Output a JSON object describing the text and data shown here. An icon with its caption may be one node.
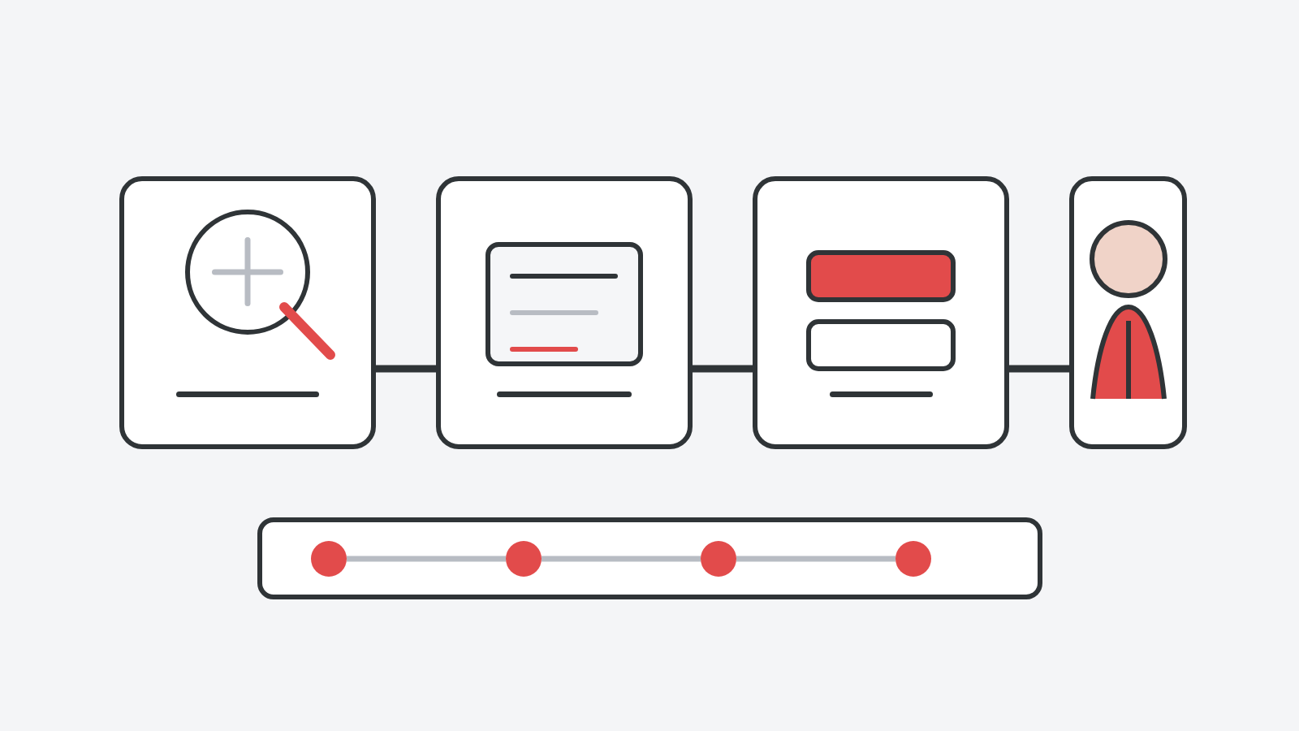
{
  "diagram": {
    "nodes": [
      {
        "text": [],
        "shape": "box"
      },
      {
        "text": [],
        "shape": "box"
      },
      {
        "text": [],
        "shape": "box"
      },
      {
        "text": [],
        "shape": "box"
      },
      {
        "text": [],
        "shape": "box"
      },
      {
        "text": [],
        "shape": "circle",
        "in": 4
      },
      {
        "text": [],
        "shape": "circle",
        "in": 4
      },
      {
        "text": [],
        "shape": "circle",
        "in": 4
      },
      {
        "text": [],
        "shape": "circle",
        "in": 4
      }
    ],
    "edges": [
      {
        "from": 0,
        "to": 1,
        "arrow": "none"
      },
      {
        "from": 1,
        "to": 2,
        "arrow": "none"
      },
      {
        "from": 2,
        "to": 3,
        "arrow": "none"
      },
      {
        "from": 5,
        "to": 6,
        "arrow": "none",
        "color": "#b8bcc3"
      },
      {
        "from": 6,
        "to": 7,
        "arrow": "none",
        "color": "#b8bcc3"
      },
      {
        "from": 7,
        "to": 8,
        "arrow": "none",
        "color": "#b8bcc3"
      }
    ]
  }
}
